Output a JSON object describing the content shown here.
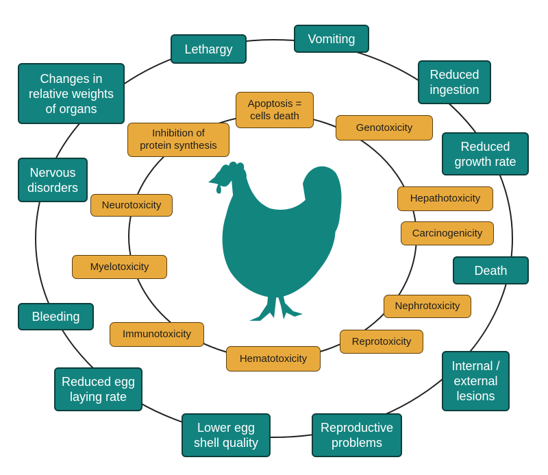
{
  "colors": {
    "outer_fill": "#13837f",
    "outer_border": "#0d3e3c",
    "inner_fill": "#e9aa3d",
    "inner_border": "#5a3f10",
    "hen": "#12857f",
    "ring_stroke": "#222222"
  },
  "center_icon": "hen-silhouette-icon",
  "outer_effects": [
    "Lethargy",
    "Vomiting",
    "Changes in\nrelative weights\nof organs",
    "Reduced\ningestion",
    "Reduced\ngrowth rate",
    "Nervous\ndisorders",
    "Death",
    "Bleeding",
    "Internal /\nexternal\nlesions",
    "Reduced egg\nlaying rate",
    "Lower egg\nshell quality",
    "Reproductive\nproblems"
  ],
  "inner_effects": [
    "Apoptosis =\ncells death",
    "Inhibition of\nprotein synthesis",
    "Genotoxicity",
    "Neurotoxicity",
    "Hepathotoxicity",
    "Carcinogenicity",
    "Myelotoxicity",
    "Nephrotoxicity",
    "Immunotoxicity",
    "Reprotoxicity",
    "Hematotoxicity"
  ]
}
